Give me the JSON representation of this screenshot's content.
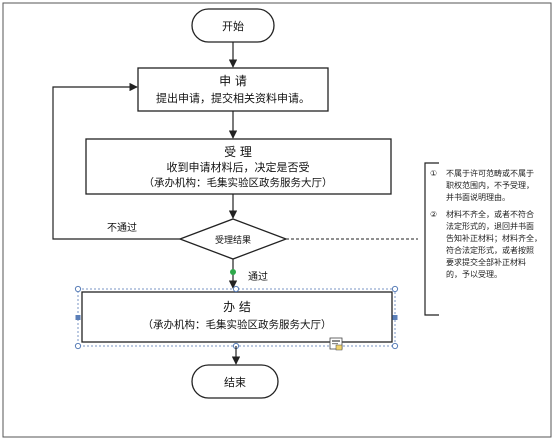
{
  "start": {
    "label": "开始"
  },
  "apply": {
    "title": "申 请",
    "desc": "提出申请，提交相关资料申请。"
  },
  "accept": {
    "title": "受  理",
    "line1": "收到申请材料后，决定是否受",
    "line2": "（承办机构：毛集实验区政务服务大厅）"
  },
  "decision": {
    "label": "受理结果"
  },
  "edges": {
    "reject": "不通过",
    "pass": "通过"
  },
  "finish": {
    "title": "办  结",
    "desc": "（承办机构：毛集实验区政务服务大厅）"
  },
  "end": {
    "label": "结束"
  },
  "notes": {
    "n1_marker": "①",
    "n1_lines": [
      "不属于许可范畴或不属于",
      "职权范围内，不予受理，",
      "并书面说明理由。"
    ],
    "n2_marker": "②",
    "n2_lines": [
      "材料不齐全，或者不符合",
      "法定形式的，退回并书面",
      "告知补正材料；材料齐全，",
      "符合法定形式，或者按照",
      "要求提交全部补正材料",
      "的，予以受理。"
    ]
  },
  "colors": {
    "line": "#222222",
    "selection": "#5b7fb8",
    "handle": "#2ea84a"
  }
}
